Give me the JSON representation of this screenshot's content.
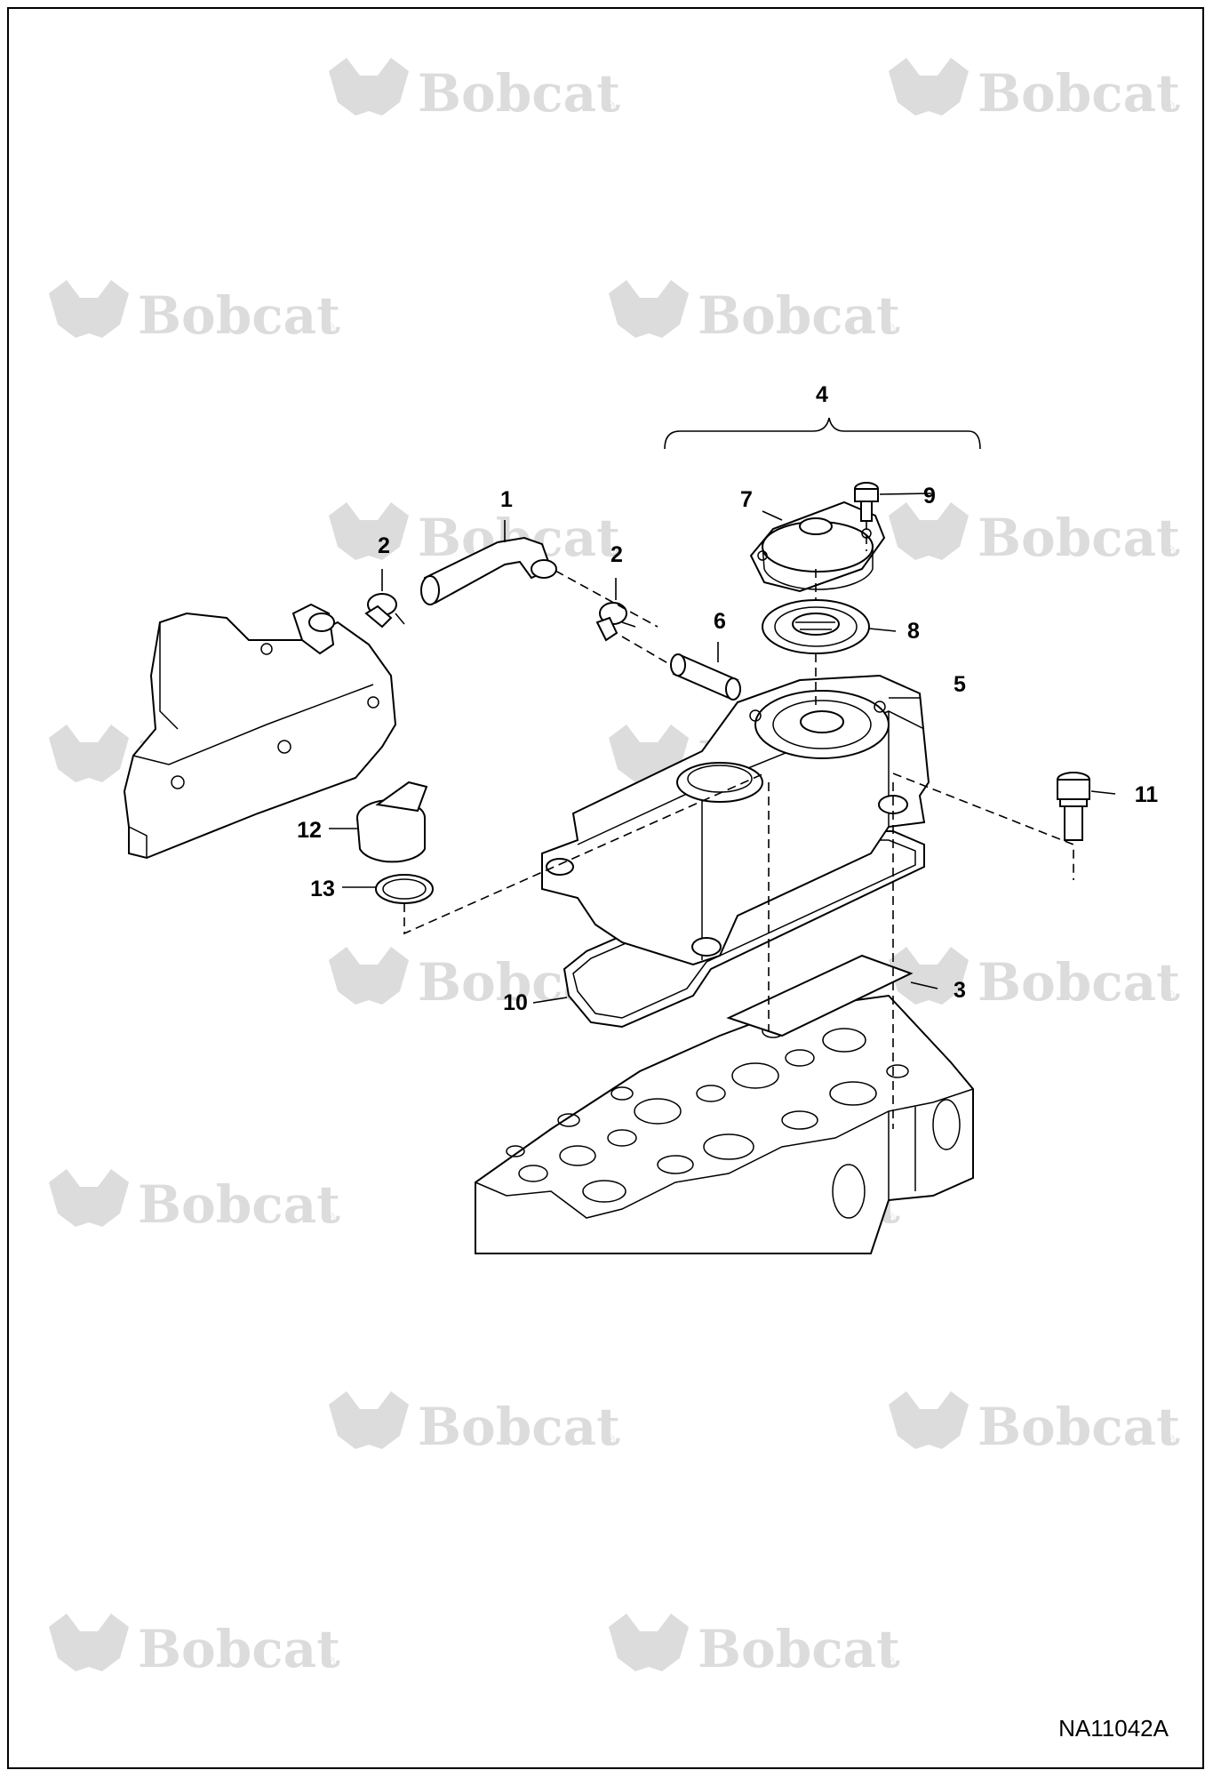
{
  "watermark": {
    "brand": "Bobcat",
    "registered": "®"
  },
  "drawing_id": "NA11042A",
  "callouts": [
    {
      "id": "c1",
      "label": "1"
    },
    {
      "id": "c2a",
      "label": "2"
    },
    {
      "id": "c2b",
      "label": "2"
    },
    {
      "id": "c3",
      "label": "3"
    },
    {
      "id": "c4",
      "label": "4"
    },
    {
      "id": "c5",
      "label": "5"
    },
    {
      "id": "c6",
      "label": "6"
    },
    {
      "id": "c7",
      "label": "7"
    },
    {
      "id": "c8",
      "label": "8"
    },
    {
      "id": "c9",
      "label": "9"
    },
    {
      "id": "c10",
      "label": "10"
    },
    {
      "id": "c11",
      "label": "11"
    },
    {
      "id": "c12",
      "label": "12"
    },
    {
      "id": "c13",
      "label": "13"
    }
  ],
  "colors": {
    "line": "#000000",
    "watermark": "#dcdcdc",
    "background": "#ffffff"
  }
}
